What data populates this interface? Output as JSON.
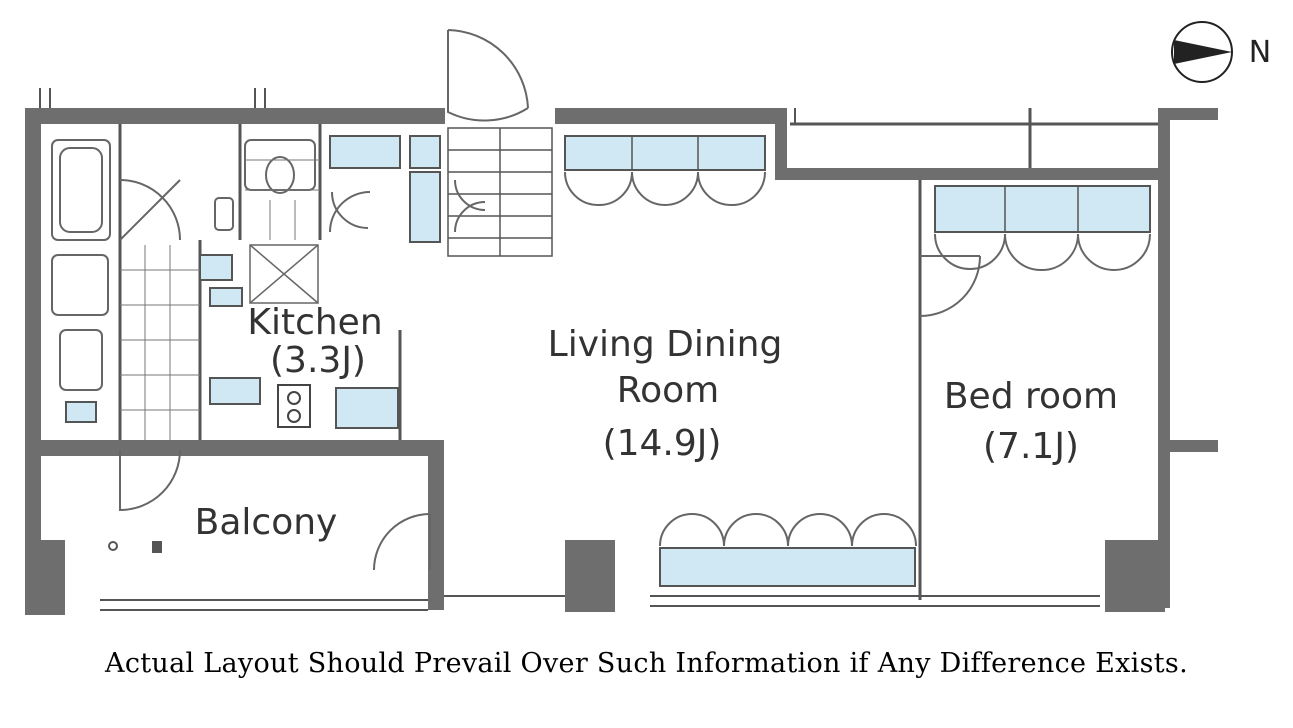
{
  "rooms": {
    "kitchen": {
      "name": "Kitchen",
      "size": "(3.3J)"
    },
    "living_dining": {
      "name_line1": "Living Dining",
      "name_line2": "Room",
      "size": "(14.9J)"
    },
    "bedroom": {
      "name": "Bed room",
      "size": "(7.1J)"
    },
    "balcony": {
      "name": "Balcony"
    }
  },
  "compass": {
    "label": "N"
  },
  "footer": {
    "note": "Actual Layout Should Prevail Over Such Information if Any Difference Exists."
  },
  "colors": {
    "wall": "#6e6e6e",
    "fixture": "#cfe8f3",
    "line": "#555555"
  }
}
